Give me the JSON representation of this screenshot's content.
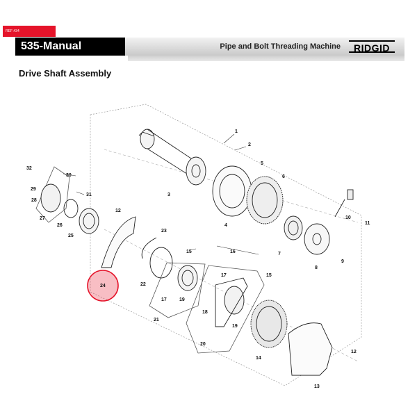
{
  "ref_tag": "REF #34",
  "header": {
    "manual_title": "535-Manual",
    "subtitle": "Pipe and Bolt Threading Machine",
    "brand": "RIDGID"
  },
  "section_title": "Drive Shaft Assembly",
  "highlight_color": "#e5142a",
  "callouts": {
    "c1": "1",
    "c2": "2",
    "c3": "3",
    "c4": "4",
    "c5": "5",
    "c6": "6",
    "c7": "7",
    "c8": "8",
    "c9": "9",
    "c10": "10",
    "c11": "11",
    "c12a": "12",
    "c12b": "12",
    "c13": "13",
    "c14": "14",
    "c15a": "15",
    "c15b": "15",
    "c16": "16",
    "c17a": "17",
    "c17b": "17",
    "c18": "18",
    "c19a": "19",
    "c19b": "19",
    "c20": "20",
    "c21": "21",
    "c22": "22",
    "c23": "23",
    "c24": "24",
    "c25": "25",
    "c26": "26",
    "c27": "27",
    "c28": "28",
    "c29": "29",
    "c30": "30",
    "c31": "31",
    "c32": "32"
  }
}
